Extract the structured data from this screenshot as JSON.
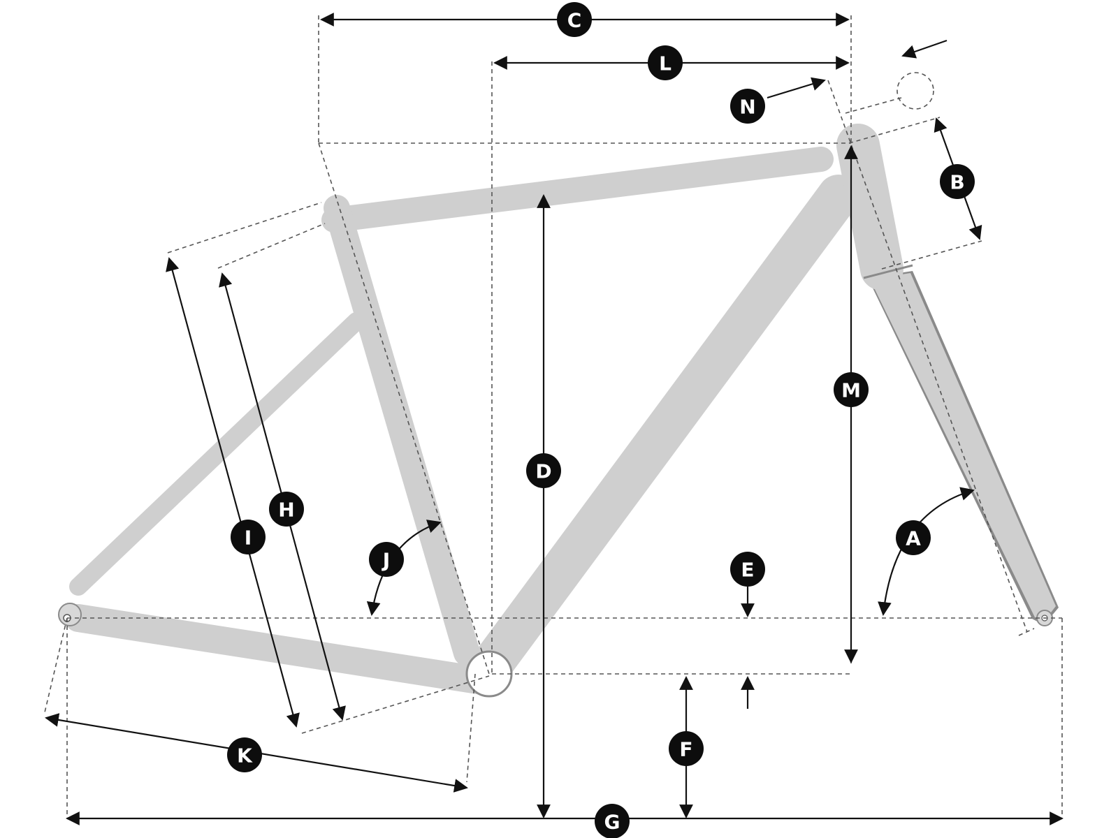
{
  "labels": {
    "A": "A",
    "B": "B",
    "C": "C",
    "D": "D",
    "E": "E",
    "F": "F",
    "G": "G",
    "H": "H",
    "I": "I",
    "J": "J",
    "K": "K",
    "L": "L",
    "M": "M",
    "N": "N"
  },
  "colors": {
    "frame_fill": "#cfcfcf",
    "frame_outline": "#8a8a8a",
    "dimension_line": "#111111",
    "construction_line": "#555555",
    "badge": "#0d0d0d"
  }
}
